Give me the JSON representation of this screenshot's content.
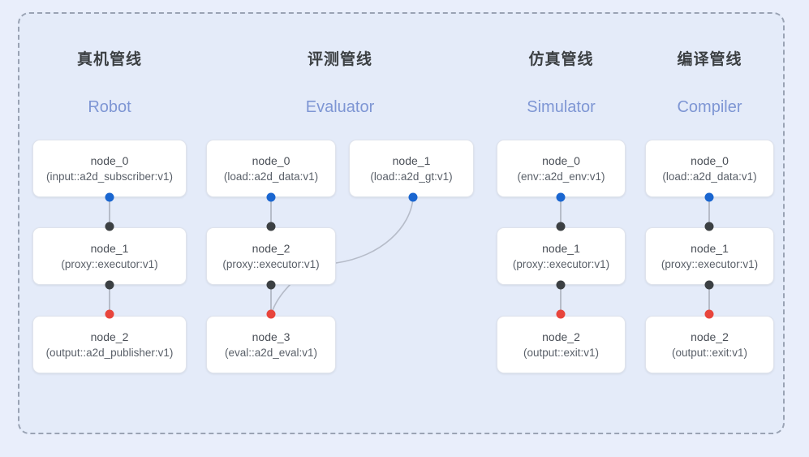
{
  "diagram": {
    "background_color": "#e4ebf9",
    "frame_border_color": "#9aa3b4",
    "accent_color": "#7e96d4",
    "port_colors": {
      "output": "#1a66d0",
      "input": "#3c4043",
      "terminal": "#e8453c"
    },
    "columns": [
      {
        "title": "真机管线",
        "subtitle": "Robot",
        "nodes": [
          {
            "name": "node_0",
            "type": "(input::a2d_subscriber:v1)"
          },
          {
            "name": "node_1",
            "type": "(proxy::executor:v1)"
          },
          {
            "name": "node_2",
            "type": "(output::a2d_publisher:v1)"
          }
        ]
      },
      {
        "title": "评测管线",
        "subtitle": "Evaluator",
        "nodes": [
          {
            "name": "node_0",
            "type": "(load::a2d_data:v1)"
          },
          {
            "name": "node_1",
            "type": "(load::a2d_gt:v1)"
          },
          {
            "name": "node_2",
            "type": "(proxy::executor:v1)"
          },
          {
            "name": "node_3",
            "type": "(eval::a2d_eval:v1)"
          }
        ]
      },
      {
        "title": "仿真管线",
        "subtitle": "Simulator",
        "nodes": [
          {
            "name": "node_0",
            "type": "(env::a2d_env:v1)"
          },
          {
            "name": "node_1",
            "type": "(proxy::executor:v1)"
          },
          {
            "name": "node_2",
            "type": "(output::exit:v1)"
          }
        ]
      },
      {
        "title": "编译管线",
        "subtitle": "Compiler",
        "nodes": [
          {
            "name": "node_0",
            "type": "(load::a2d_data:v1)"
          },
          {
            "name": "node_1",
            "type": "(proxy::executor:v1)"
          },
          {
            "name": "node_2",
            "type": "(output::exit:v1)"
          }
        ]
      }
    ]
  }
}
